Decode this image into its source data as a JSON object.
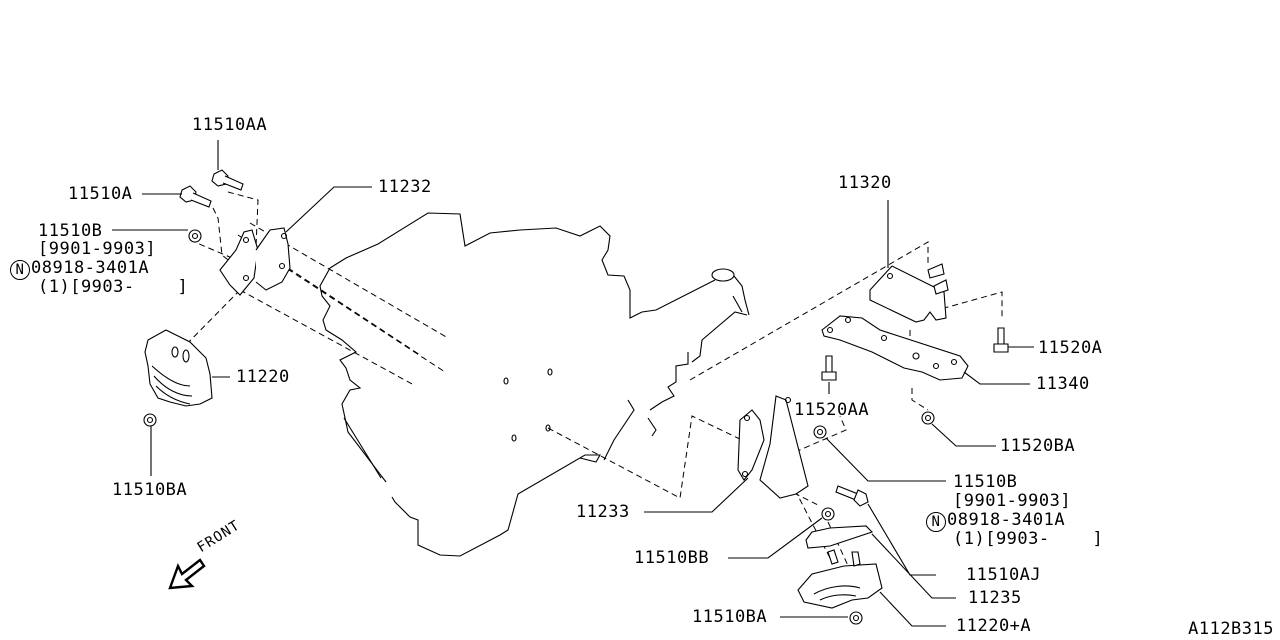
{
  "diagram": {
    "type": "exploded-parts-diagram",
    "subject": "engine mounting",
    "reference_code": "A112B315",
    "direction_indicator": "FRONT",
    "note_symbol": "N",
    "labels": {
      "p11510AA_top": "11510AA",
      "p11510A": "11510A",
      "p11510B_left": "11510B",
      "p11510B_left_range": "[9901-9903]",
      "p08918_left": "08918-3401A",
      "p08918_left_qty": "(1)[9903-    ]",
      "p11232": "11232",
      "p11220": "11220",
      "p11510BA_left": "11510BA",
      "p11320": "11320",
      "p11520A": "11520A",
      "p11340": "11340",
      "p11520AA": "11520AA",
      "p11520BA": "11520BA",
      "p11510B_right": "11510B",
      "p11510B_right_range": "[9901-9903]",
      "p08918_right": "08918-3401A",
      "p08918_right_qty": "(1)[9903-    ]",
      "p11233": "11233",
      "p11510AJ": "11510AJ",
      "p11510BB": "11510BB",
      "p11235": "11235",
      "p11510BA_right": "11510BA",
      "p11220A": "11220+A"
    }
  }
}
